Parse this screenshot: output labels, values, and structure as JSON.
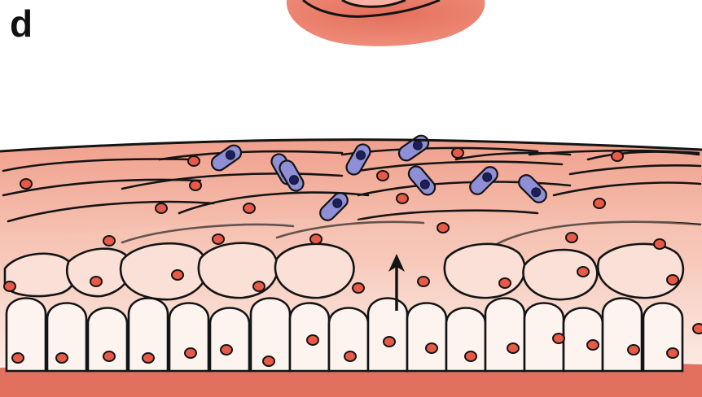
{
  "panel": {
    "label": "d"
  },
  "colors": {
    "lamina": "#e2705f",
    "lamina_dark": "#c85848",
    "cell_light": "#fdf2ee",
    "cell_mid": "#f6c6b6",
    "cell_deep": "#ee9c88",
    "nucleus": "#e85a47",
    "bacteria": "#8e8fd6",
    "bacteria_core": "#1b1f5c",
    "outline": "#141414"
  },
  "structures": [
    {
      "name": "immune-cell-blob",
      "count": 1
    },
    {
      "name": "basal-cell",
      "count": 17
    },
    {
      "name": "intermediate-cell",
      "count": 8
    },
    {
      "name": "squamous-cell",
      "count": 18
    },
    {
      "name": "bacterium",
      "count": 10
    },
    {
      "name": "migration-arrow",
      "count": 1
    }
  ]
}
